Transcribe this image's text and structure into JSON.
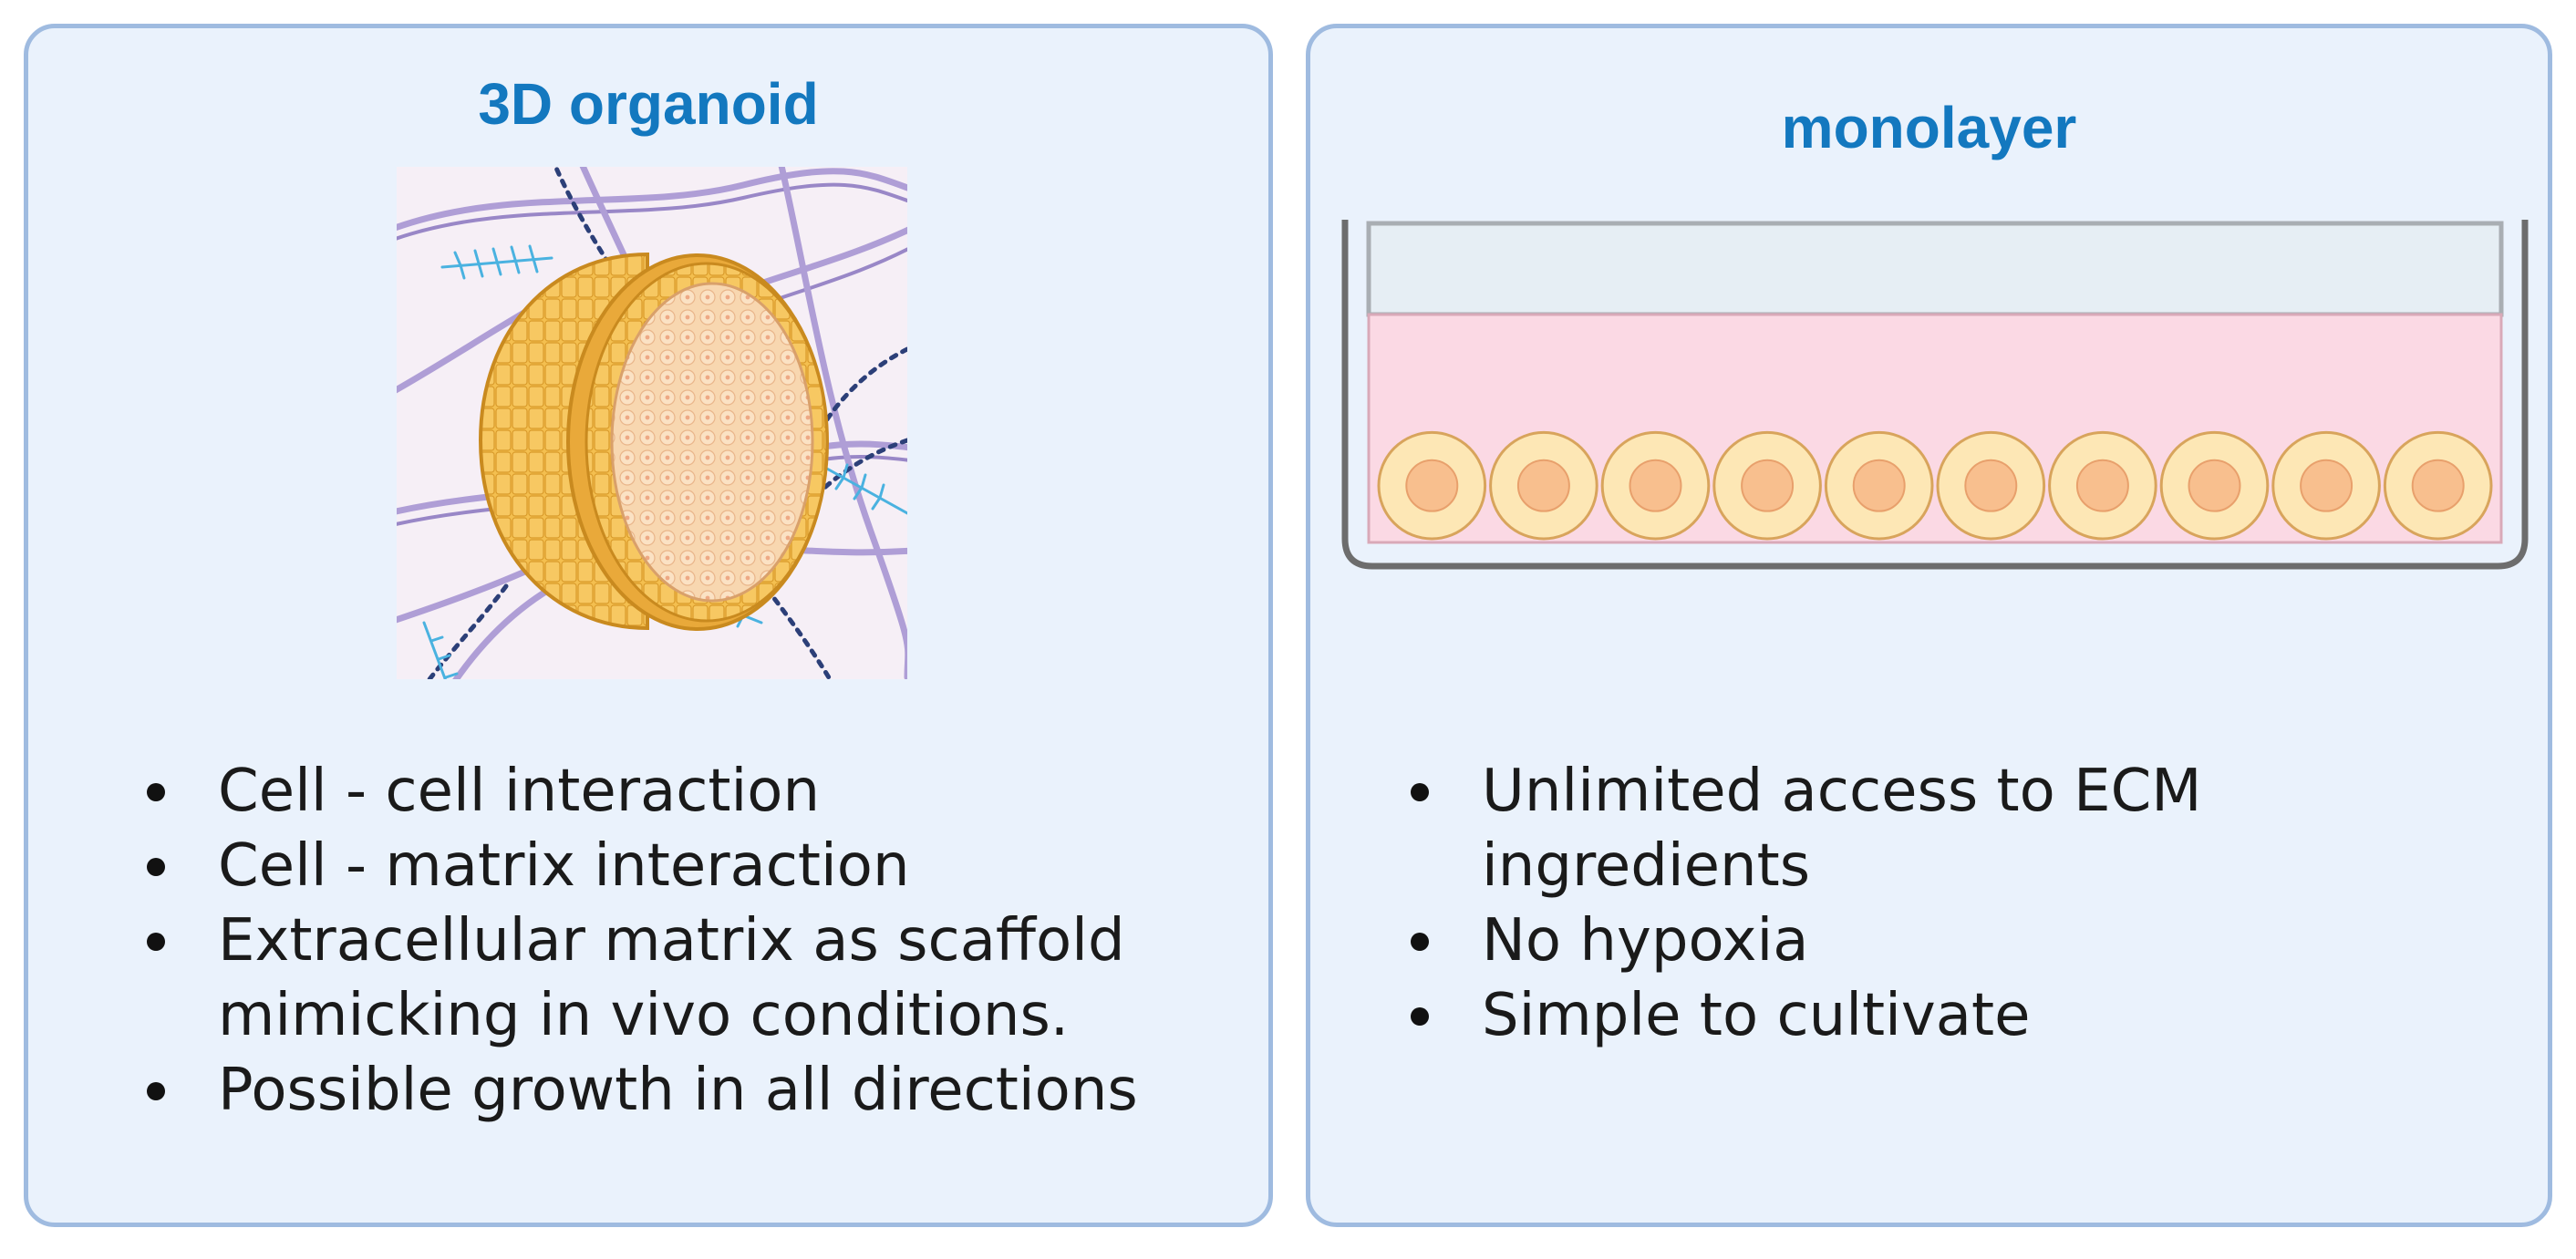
{
  "left_panel": {
    "title": "3D organoid",
    "bullets": [
      "Cell - cell interaction",
      "Cell - matrix interaction",
      "Extracellular matrix as scaffold\nmimicking in vivo conditions.",
      "Possible growth in all directions"
    ]
  },
  "right_panel": {
    "title": "monolayer",
    "bullets": [
      "Unlimited access to ECM ingredients",
      "No hypoxia",
      "Simple to cultivate"
    ],
    "cell_count": 10
  },
  "colors": {
    "title_blue": "#1378bf",
    "panel_fill": "#eaf2fc",
    "panel_border": "#9fbbe0",
    "organoid_outer": "#f4bf4f",
    "organoid_inner": "#f8d7b0",
    "fiber_purple": "#9b87c9",
    "fiber_navy": "#2c3f78",
    "fiber_cyan": "#4ab2e0",
    "medium_pink": "#fbd9e4",
    "cell_outer": "#fde7b5",
    "cell_nucleus": "#f8bf8e"
  },
  "icons": {
    "organoid": "organoid-sphere-cutaway-icon",
    "dish": "culture-dish-icon"
  }
}
